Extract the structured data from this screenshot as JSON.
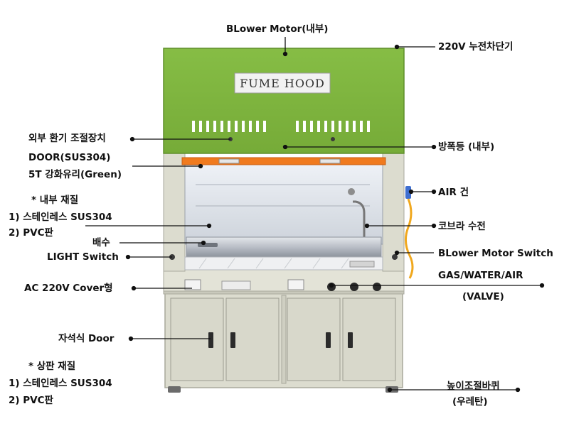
{
  "sign": "FUME HOOD",
  "panel_labels": {
    "upper": "",
    "lower": ""
  },
  "labels": {
    "blower_motor": "BLower Motor(내부)",
    "breaker": "220V 누전차단기",
    "external_vent": "외부 환기 조절장치",
    "explosion_light": "방폭등 (내부)",
    "door_line1": "DOOR(SUS304)",
    "door_line2": "5T 강화유리(Green)",
    "inner_material_title": "* 내부 재질",
    "inner_material_1": "1) 스테인레스 SUS304",
    "inner_material_2": "2) PVC판",
    "air_gun": "AIR 건",
    "cobra_faucet": "코브라 수전",
    "drain": "배수",
    "light_switch": "LIGHT Switch",
    "blower_switch": "BLower Motor Switch",
    "gas_valve_line1": "GAS/WATER/AIR",
    "gas_valve_line2": "(VALVE)",
    "ac_cover": "AC 220V Cover형",
    "magnetic_door": "자석식 Door",
    "top_material_title": "* 상판 재질",
    "top_material_1": "1) 스테인레스 SUS304",
    "top_material_2": "2) PVC판",
    "caster_line1": "높이조절바퀴",
    "caster_line2": "(우레탄)"
  },
  "colors": {
    "hood_green": "#7fb63f",
    "green_dark": "#5f8f2a",
    "cabinet_beige": "#dcdccf",
    "cabinet_edge": "#a9a99c",
    "steel": "#c8ccd2",
    "door_orange": "#f07a1e",
    "pointer": "#111111"
  }
}
